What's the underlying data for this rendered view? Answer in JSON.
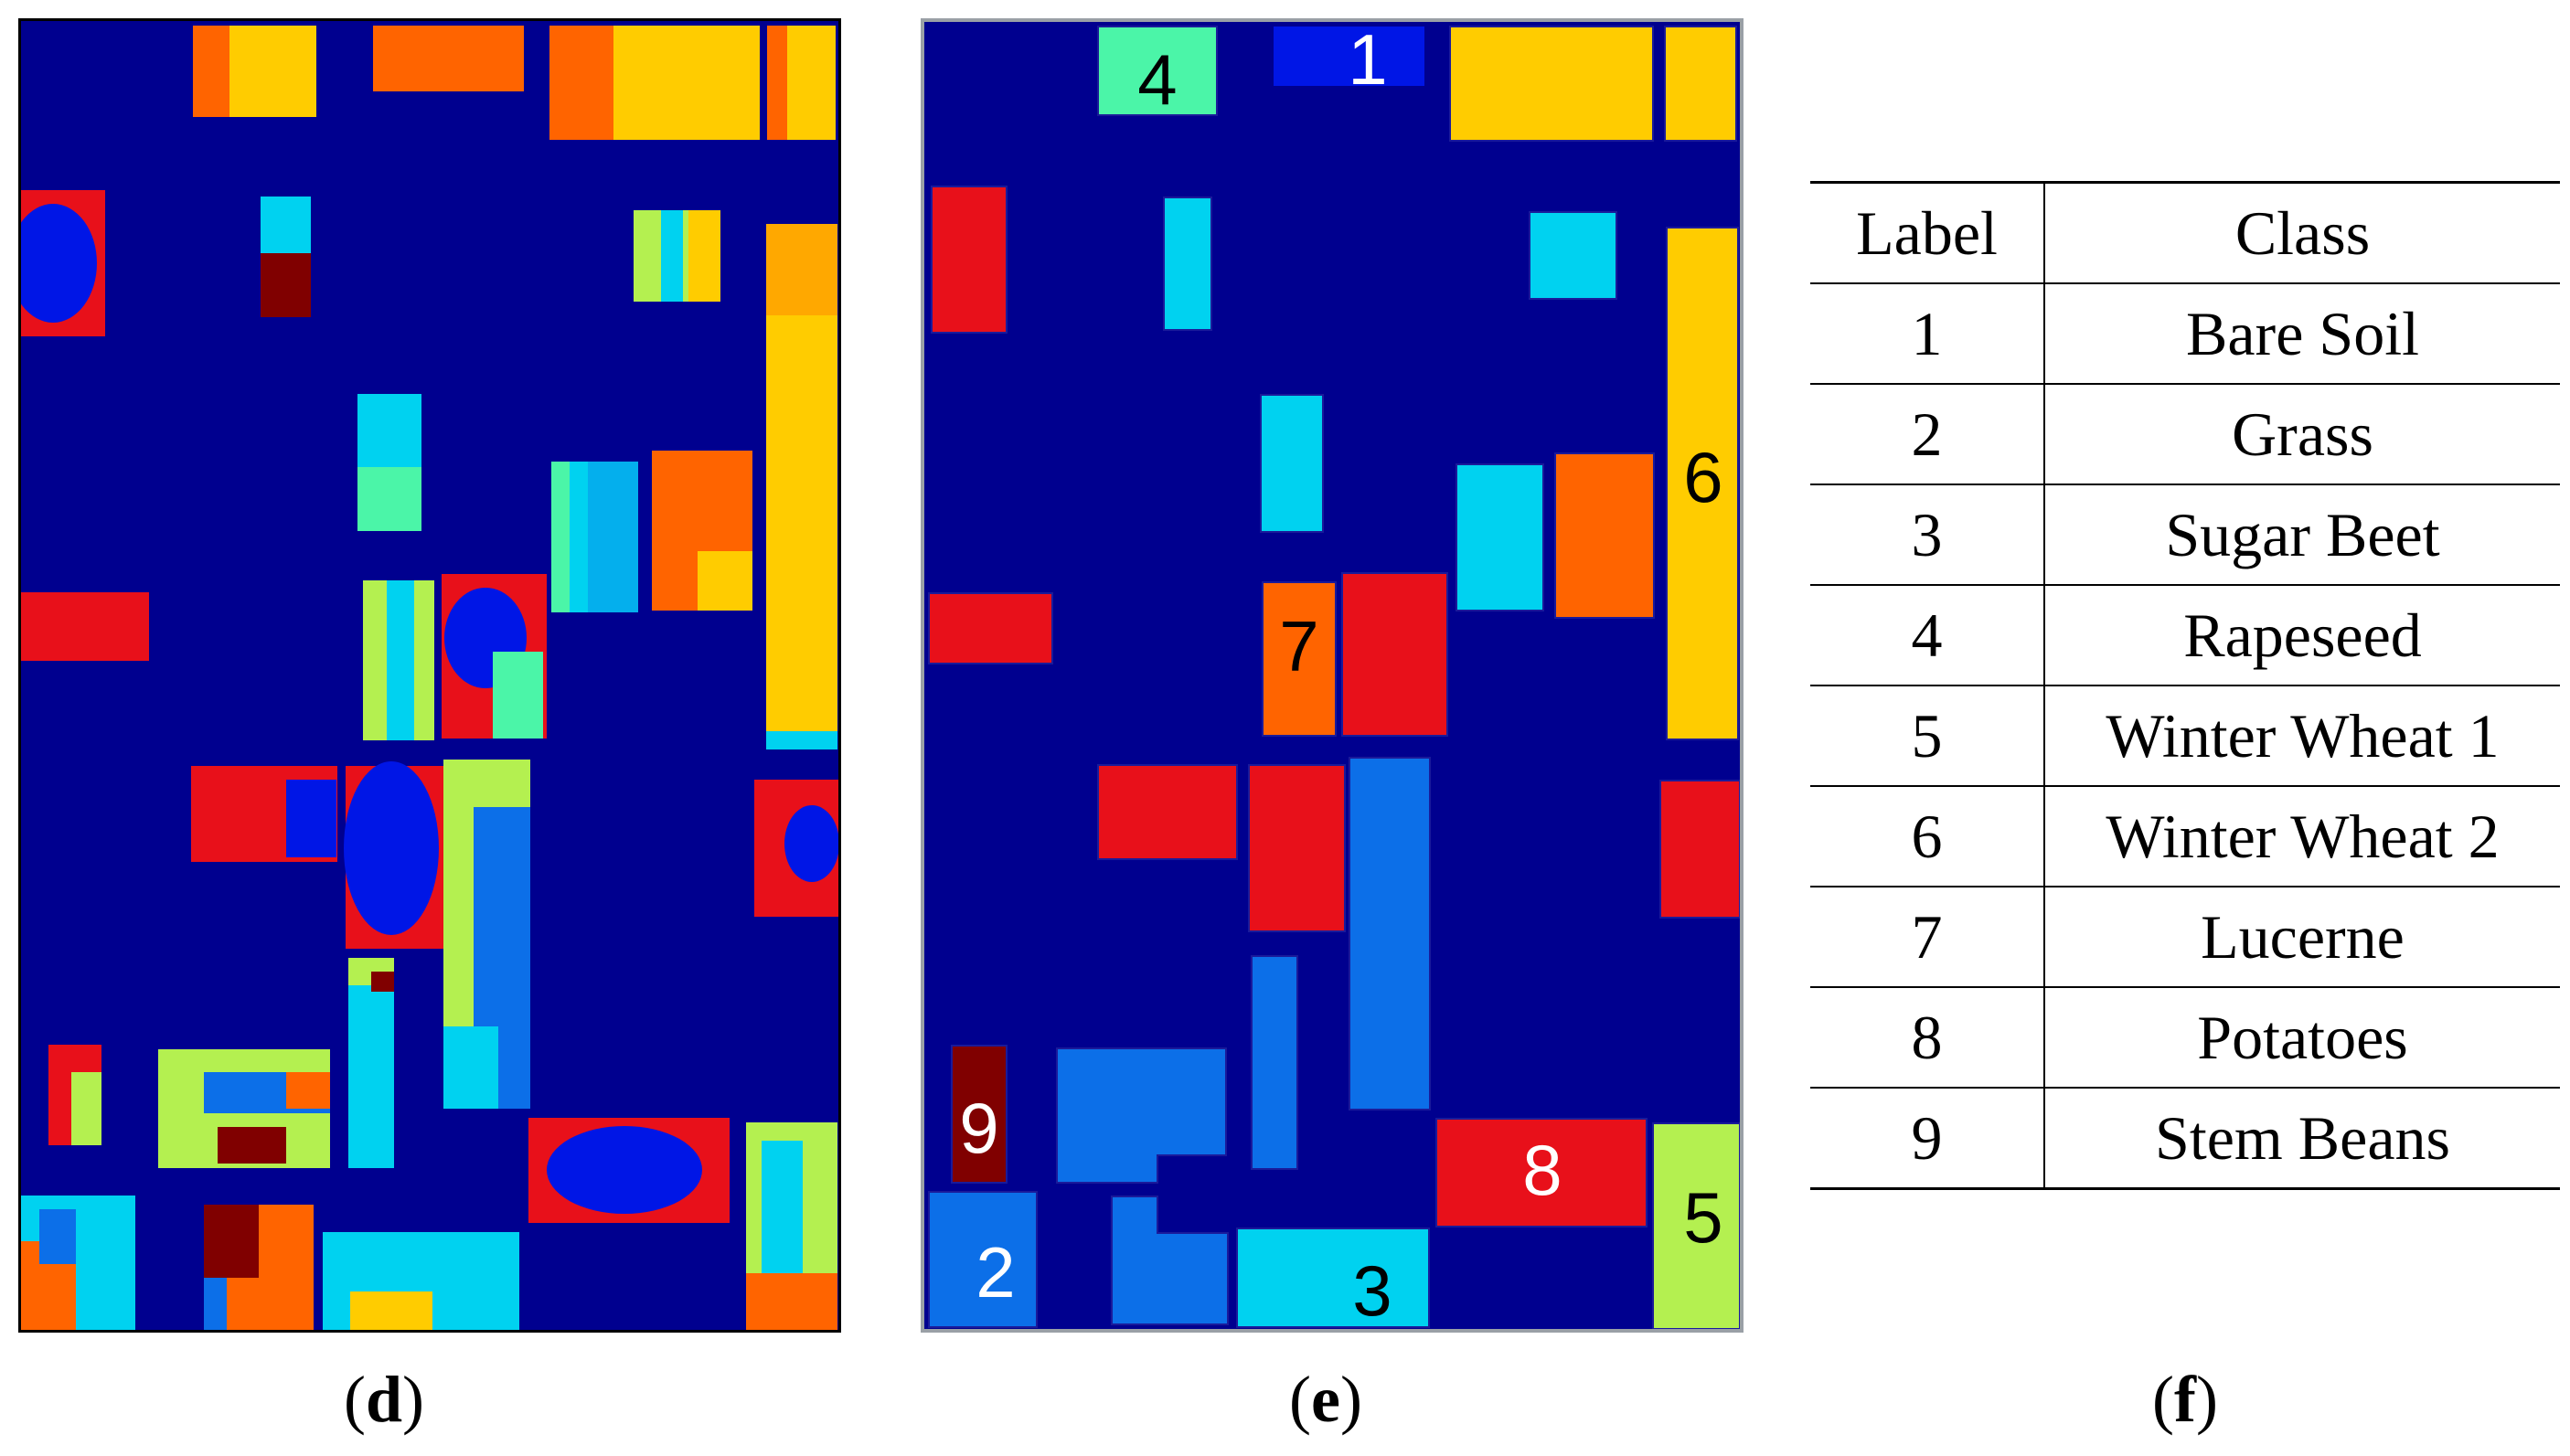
{
  "panels": {
    "d": {
      "letter": "d"
    },
    "e": {
      "letter": "e"
    },
    "f": {
      "letter": "f"
    }
  },
  "colors": {
    "background": "#00008f",
    "bare_soil": "#0016e6",
    "grass": "#0c6fe8",
    "sugar_beet": "#00d2f0",
    "rapeseed": "#4bf5a8",
    "winter_wheat_1": "#b4f050",
    "winter_wheat_2": "#ffcc00",
    "lucerne": "#ff6400",
    "potatoes": "#e8101a",
    "stem_beans": "#800000"
  },
  "legend": {
    "header": {
      "label": "Label",
      "class": "Class"
    },
    "rows": [
      {
        "label": "1",
        "class": "Bare Soil"
      },
      {
        "label": "2",
        "class": "Grass"
      },
      {
        "label": "3",
        "class": "Sugar Beet"
      },
      {
        "label": "4",
        "class": "Rapeseed"
      },
      {
        "label": "5",
        "class": "Winter Wheat 1"
      },
      {
        "label": "6",
        "class": "Winter Wheat 2"
      },
      {
        "label": "7",
        "class": "Lucerne"
      },
      {
        "label": "8",
        "class": "Potatoes"
      },
      {
        "label": "9",
        "class": "Stem Beans"
      }
    ]
  },
  "ground_truth_numbers": {
    "n1": "1",
    "n2": "2",
    "n3": "3",
    "n4": "4",
    "n5": "5",
    "n6": "6",
    "n7": "7",
    "n8": "8",
    "n9": "9"
  }
}
